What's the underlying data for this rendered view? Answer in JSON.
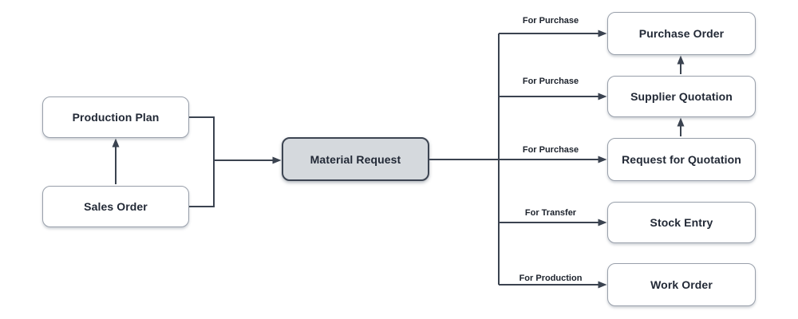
{
  "nodes": {
    "production_plan": {
      "label": "Production Plan"
    },
    "sales_order": {
      "label": "Sales Order"
    },
    "material_request": {
      "label": "Material Request"
    },
    "purchase_order": {
      "label": "Purchase Order"
    },
    "supplier_quotation": {
      "label": "Supplier Quotation"
    },
    "request_for_quotation": {
      "label": "Request for Quotation"
    },
    "stock_entry": {
      "label": "Stock Entry"
    },
    "work_order": {
      "label": "Work Order"
    }
  },
  "edges": [
    {
      "from": "sales_order",
      "to": "production_plan",
      "label": ""
    },
    {
      "from": "production_plan",
      "to": "material_request",
      "label": ""
    },
    {
      "from": "sales_order",
      "to": "material_request",
      "label": ""
    },
    {
      "from": "material_request",
      "to": "purchase_order",
      "label": "For Purchase"
    },
    {
      "from": "material_request",
      "to": "supplier_quotation",
      "label": "For Purchase"
    },
    {
      "from": "material_request",
      "to": "request_for_quotation",
      "label": "For Purchase"
    },
    {
      "from": "material_request",
      "to": "stock_entry",
      "label": "For Transfer"
    },
    {
      "from": "material_request",
      "to": "work_order",
      "label": "For Production"
    },
    {
      "from": "request_for_quotation",
      "to": "supplier_quotation",
      "label": ""
    },
    {
      "from": "supplier_quotation",
      "to": "purchase_order",
      "label": ""
    }
  ],
  "colors": {
    "background": "#ffffff",
    "connector": "#3b4350",
    "node_border": "#99a0ab",
    "node_fill": "#ffffff",
    "highlight_node_fill": "#d5d9dd",
    "highlight_node_border": "#3d4552",
    "node_text": "#222936",
    "edge_label_text": "#1c222c"
  }
}
